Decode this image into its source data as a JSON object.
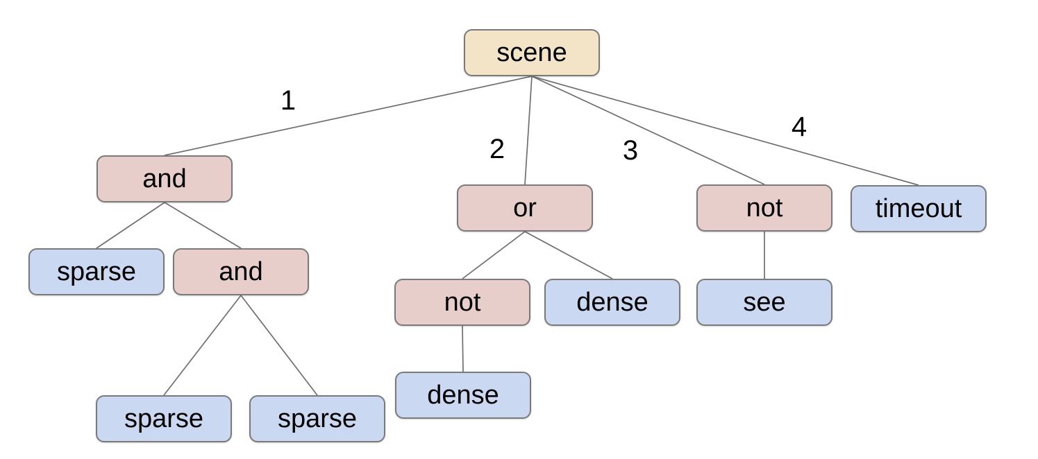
{
  "diagram": {
    "type": "tree",
    "colors": {
      "background": "#ffffff",
      "root_fill": "#f4e4c7",
      "operator_fill": "#e8cecb",
      "leaf_fill": "#cbd8f1",
      "node_border": "#7a7a7a",
      "edge_line": "#6e6e6e",
      "text": "#000000"
    },
    "nodes": [
      {
        "id": "scene",
        "label": "scene",
        "kind": "root"
      },
      {
        "id": "and1",
        "label": "and",
        "kind": "operator"
      },
      {
        "id": "or1",
        "label": "or",
        "kind": "operator"
      },
      {
        "id": "not1",
        "label": "not",
        "kind": "operator"
      },
      {
        "id": "timeout",
        "label": "timeout",
        "kind": "leaf"
      },
      {
        "id": "sparse1",
        "label": "sparse",
        "kind": "leaf"
      },
      {
        "id": "and2",
        "label": "and",
        "kind": "operator"
      },
      {
        "id": "sparse2",
        "label": "sparse",
        "kind": "leaf"
      },
      {
        "id": "sparse3",
        "label": "sparse",
        "kind": "leaf"
      },
      {
        "id": "not2",
        "label": "not",
        "kind": "operator"
      },
      {
        "id": "dense1",
        "label": "dense",
        "kind": "leaf"
      },
      {
        "id": "dense2",
        "label": "dense",
        "kind": "leaf"
      },
      {
        "id": "see",
        "label": "see",
        "kind": "leaf"
      }
    ],
    "edges": [
      {
        "from": "scene",
        "to": "and1",
        "label": "1"
      },
      {
        "from": "scene",
        "to": "or1",
        "label": "2"
      },
      {
        "from": "scene",
        "to": "not1",
        "label": "3"
      },
      {
        "from": "scene",
        "to": "timeout",
        "label": "4"
      },
      {
        "from": "and1",
        "to": "sparse1",
        "label": ""
      },
      {
        "from": "and1",
        "to": "and2",
        "label": ""
      },
      {
        "from": "and2",
        "to": "sparse2",
        "label": ""
      },
      {
        "from": "and2",
        "to": "sparse3",
        "label": ""
      },
      {
        "from": "or1",
        "to": "not2",
        "label": ""
      },
      {
        "from": "or1",
        "to": "dense1",
        "label": ""
      },
      {
        "from": "not2",
        "to": "dense2",
        "label": ""
      },
      {
        "from": "not1",
        "to": "see",
        "label": ""
      }
    ]
  }
}
